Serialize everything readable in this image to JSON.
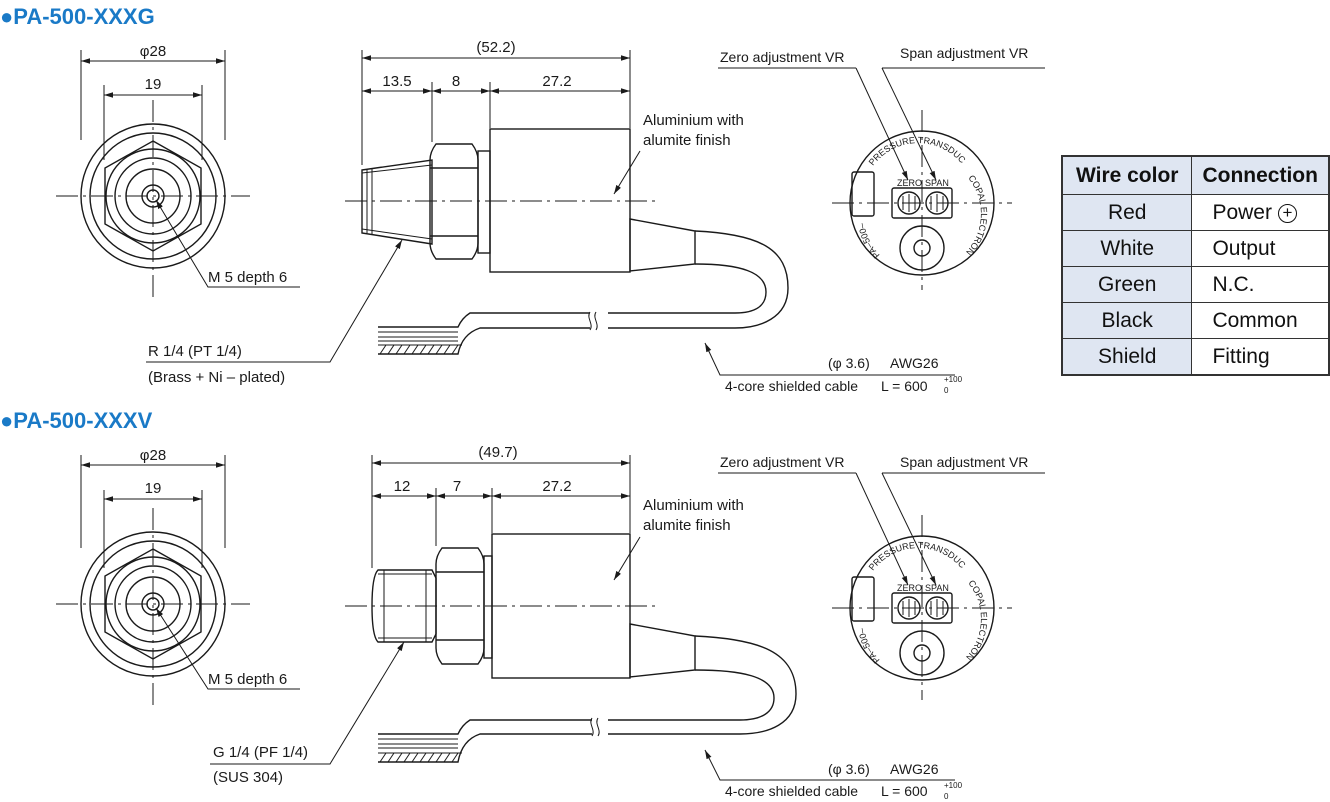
{
  "section1": {
    "title": "●PA-500-XXXG",
    "dim_outer": "φ28",
    "dim_inner": "19",
    "hole_label": "M 5 depth 6",
    "total_length": "(52.2)",
    "seg1": "13.5",
    "seg2": "8",
    "seg3": "27.2",
    "material_line1": "Aluminium with",
    "material_line2": "alumite finish",
    "thread_line1": "R 1/4 (PT 1/4)",
    "thread_line2": "(Brass + Ni – plated)",
    "cable_dia": "(φ 3.6)",
    "cable_awg": "AWG26",
    "cable_desc": "4-core shielded cable",
    "cable_len": "L = 600",
    "tol_upper": "+100",
    "tol_lower": "0",
    "zero_vr": "Zero adjustment VR",
    "span_vr": "Span adjustment VR"
  },
  "section2": {
    "title": "●PA-500-XXXV",
    "dim_outer": "φ28",
    "dim_inner": "19",
    "hole_label": "M 5 depth 6",
    "total_length": "(49.7)",
    "seg1": "12",
    "seg2": "7",
    "seg3": "27.2",
    "material_line1": "Aluminium with",
    "material_line2": "alumite finish",
    "thread_line1": "G 1/4 (PF 1/4)",
    "thread_line2": "(SUS 304)",
    "cable_dia": "(φ 3.6)",
    "cable_awg": "AWG26",
    "cable_desc": "4-core shielded cable",
    "cable_len": "L = 600",
    "tol_upper": "+100",
    "tol_lower": "0",
    "zero_vr": "Zero adjustment VR",
    "span_vr": "Span adjustment VR"
  },
  "face_labels": {
    "zero": "ZERO",
    "span": "SPAN"
  },
  "wire_table": {
    "headers": [
      "Wire color",
      "Connection"
    ],
    "rows": [
      {
        "color": "Red",
        "connection": "Power"
      },
      {
        "color": "White",
        "connection": "Output"
      },
      {
        "color": "Green",
        "connection": "N.C."
      },
      {
        "color": "Black",
        "connection": "Common"
      },
      {
        "color": "Shield",
        "connection": "Fitting"
      }
    ],
    "power_symbol": "+"
  },
  "colors": {
    "title": "#1a7ac7",
    "table_header": "#dfe6f2",
    "line": "#1a1a1a"
  }
}
